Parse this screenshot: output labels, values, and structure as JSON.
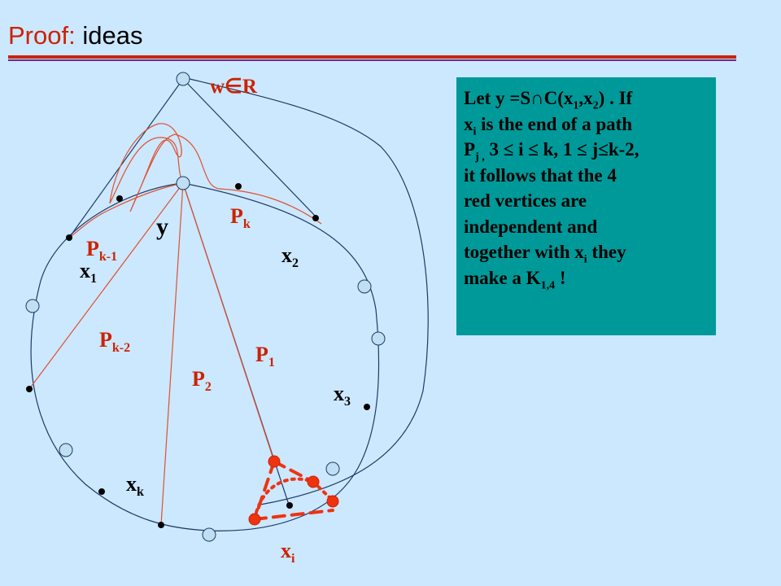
{
  "title": {
    "prefix": "Proof:",
    "rest": "ideas"
  },
  "labels": {
    "w_in_R": "w∈R",
    "y": "y",
    "pk": {
      "base": "P",
      "sub": "k"
    },
    "pk1": {
      "base": "P",
      "sub": "k-1"
    },
    "pk2": {
      "base": "P",
      "sub": "k-2"
    },
    "p1": {
      "base": "P",
      "sub": "1"
    },
    "p2": {
      "base": "P",
      "sub": "2"
    },
    "x1": {
      "base": "x",
      "sub": "1"
    },
    "x2": {
      "base": "x",
      "sub": "2"
    },
    "x3": {
      "base": "x",
      "sub": "3"
    },
    "xk": {
      "base": "x",
      "sub": "k"
    },
    "xi": {
      "base": "x",
      "sub": "i"
    }
  },
  "textbox": {
    "l1a": "Let y =S∩C(x",
    "l1s1": "1",
    "l1b": ",x",
    "l1s2": "2",
    "l1c": ") . If",
    "l2a": "x",
    "l2s": "i",
    "l2b": " is the end of a path",
    "l3a": "P",
    "l3s": "j ,",
    "l3b": " 3 ≤ i ≤ k, 1 ≤ j≤k-2,",
    "l4": "it follows that the 4",
    "l5": "red vertices are",
    "l6": "independent and",
    "l7a": "together with x",
    "l7s": "i",
    "l7b": " they",
    "l8a": "make a K",
    "l8s": "1,4",
    "l8b": " !"
  },
  "colors": {
    "background": "#cce8ff",
    "accent_red": "#cc2200",
    "text_box": "#009999",
    "vertex_fill": "#bfe0f2",
    "vertex_red": "#ee3311",
    "path_line": "#e05030",
    "outline": "#1f3a66"
  }
}
